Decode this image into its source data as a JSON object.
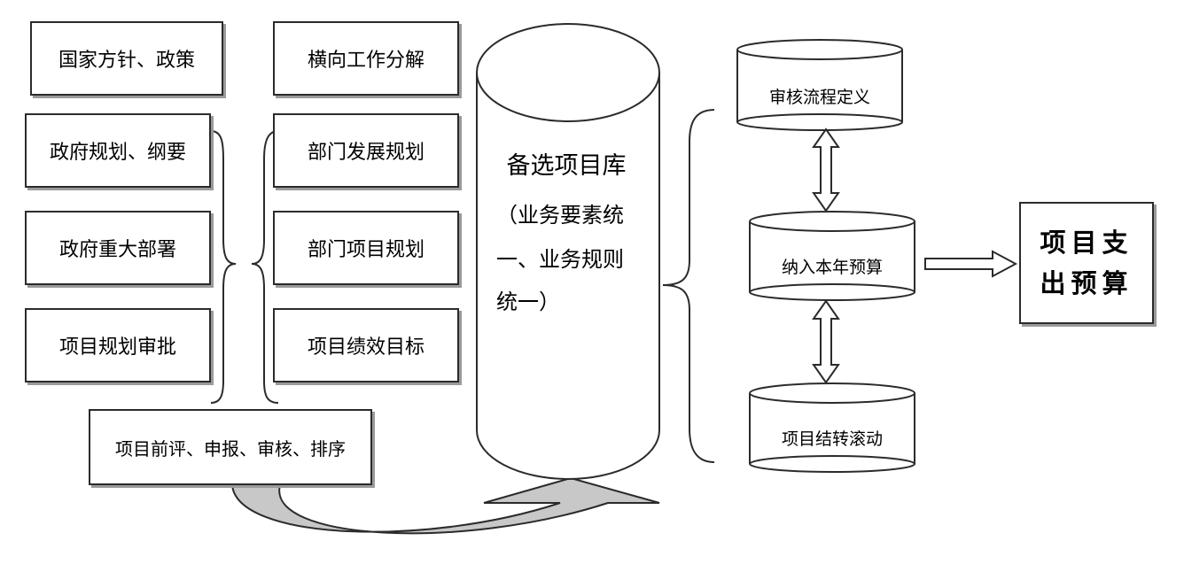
{
  "left_column": [
    {
      "id": "policy",
      "label": "国家方针、政策"
    },
    {
      "id": "gov-plan",
      "label": "政府规划、纲要"
    },
    {
      "id": "gov-deploy",
      "label": "政府重大部署"
    },
    {
      "id": "proj-approve",
      "label": "项目规划审批"
    }
  ],
  "middle_column": [
    {
      "id": "decompose",
      "label": "横向工作分解"
    },
    {
      "id": "dept-dev",
      "label": "部门发展规划"
    },
    {
      "id": "dept-proj",
      "label": "部门项目规划"
    },
    {
      "id": "perf-goal",
      "label": "项目绩效目标"
    }
  ],
  "process_box": {
    "label": "项目前评、申报、审核、排序"
  },
  "library": {
    "title": "备选项目库",
    "lines": [
      "（业务要素统",
      "一、业务规则",
      "统一）"
    ]
  },
  "databases": [
    {
      "id": "review-flow",
      "label": "审核流程定义"
    },
    {
      "id": "annual-budget",
      "label": "纳入本年预算"
    },
    {
      "id": "carryover",
      "label": "项目结转滚动"
    }
  ],
  "final": {
    "line1": "项目支",
    "line2": "出预算"
  },
  "colors": {
    "stroke": "#2b2b2b",
    "shadow": "#9a9a9a",
    "arrow_fill": "#c8c8c8"
  }
}
